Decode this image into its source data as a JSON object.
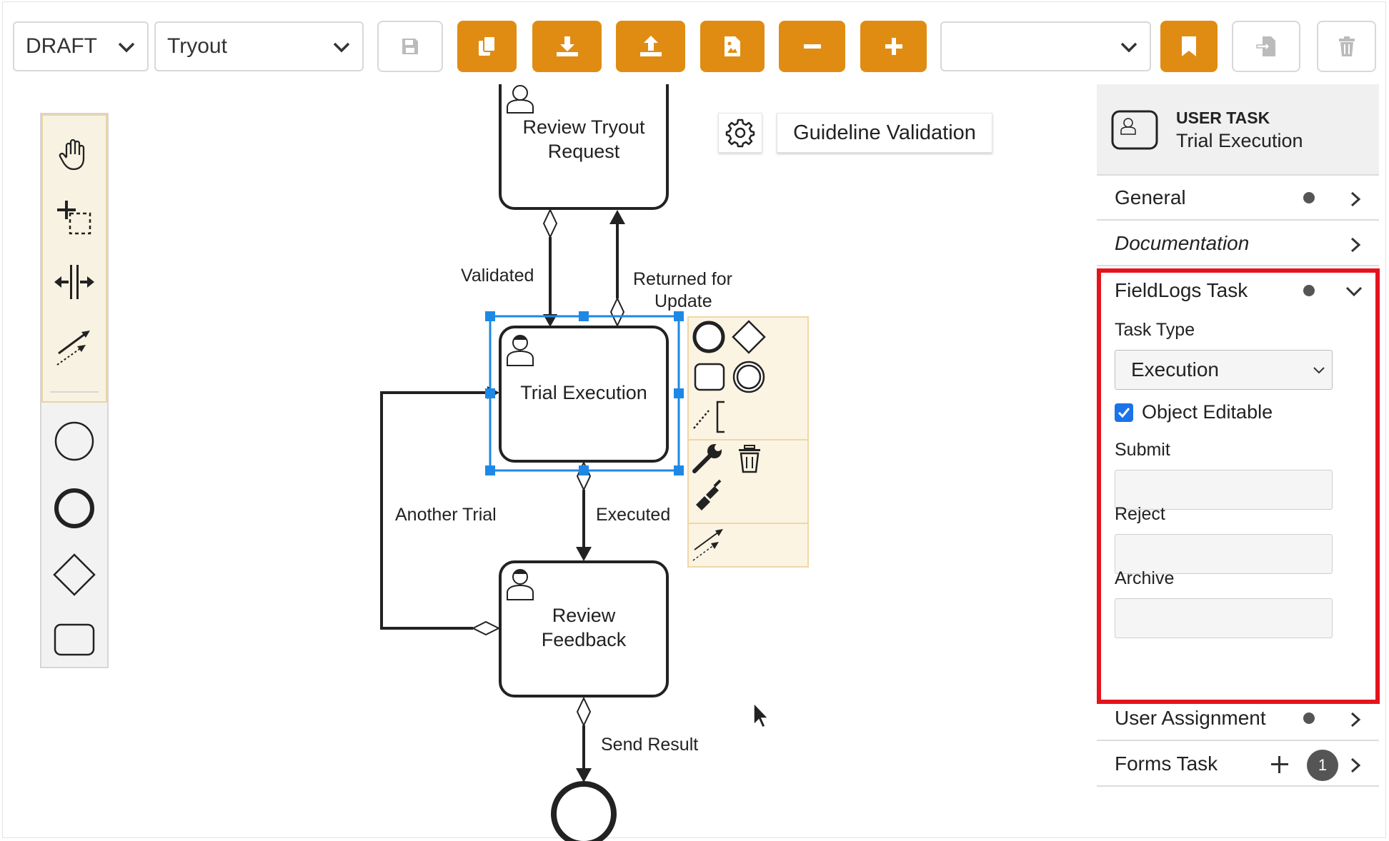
{
  "toolbar": {
    "status_select": "DRAFT",
    "process_select": "Tryout",
    "version_select": "",
    "buttons": [
      {
        "name": "save",
        "icon": "save-icon",
        "style": "disabled"
      },
      {
        "name": "copy",
        "icon": "copy-icon",
        "style": "orange"
      },
      {
        "name": "download",
        "icon": "download-icon",
        "style": "orange"
      },
      {
        "name": "upload",
        "icon": "upload-icon",
        "style": "orange"
      },
      {
        "name": "export-image",
        "icon": "image-file-icon",
        "style": "orange"
      },
      {
        "name": "zoom-out",
        "icon": "minus-icon",
        "style": "orange"
      },
      {
        "name": "zoom-in",
        "icon": "plus-icon",
        "style": "orange"
      },
      {
        "name": "bookmark",
        "icon": "bookmark-icon",
        "style": "orange"
      },
      {
        "name": "import",
        "icon": "import-icon",
        "style": "disabled"
      },
      {
        "name": "delete",
        "icon": "trash-icon",
        "style": "disabled"
      }
    ],
    "accent_color": "#e08c13"
  },
  "palette": {
    "tools": [
      "hand-tool-icon",
      "lasso-tool-icon",
      "space-tool-icon",
      "global-connect-icon"
    ],
    "shapes": [
      "start-event-icon",
      "end-event-icon",
      "gateway-icon",
      "task-icon"
    ]
  },
  "canvas": {
    "tasks": [
      {
        "id": "review-tryout-request",
        "label_line1": "Review Tryout",
        "label_line2": "Request"
      },
      {
        "id": "trial-execution",
        "label_line1": "Trial Execution",
        "label_line2": ""
      },
      {
        "id": "review-feedback",
        "label_line1": "Review",
        "label_line2": "Feedback"
      }
    ],
    "flow_labels": {
      "validated": "Validated",
      "returned_line1": "Returned for",
      "returned_line2": "Update",
      "another_trial": "Another Trial",
      "executed": "Executed",
      "send_result": "Send Result"
    },
    "guideline_button": "Guideline Validation",
    "selection_color": "#1e88e5"
  },
  "properties": {
    "header_type": "USER TASK",
    "header_name": "Trial Execution",
    "sections": {
      "general": "General",
      "documentation": "Documentation",
      "fieldlogs": "FieldLogs Task",
      "user_assignment": "User Assignment",
      "forms_task": "Forms Task"
    },
    "forms_task_count": "1",
    "fieldlogs": {
      "task_type_label": "Task Type",
      "task_type_value": "Execution",
      "object_editable_label": "Object Editable",
      "object_editable_checked": true,
      "submit_label": "Submit",
      "submit_value": "",
      "reject_label": "Reject",
      "reject_value": "",
      "archive_label": "Archive",
      "archive_value": ""
    },
    "highlight_color": "#e5141b"
  }
}
